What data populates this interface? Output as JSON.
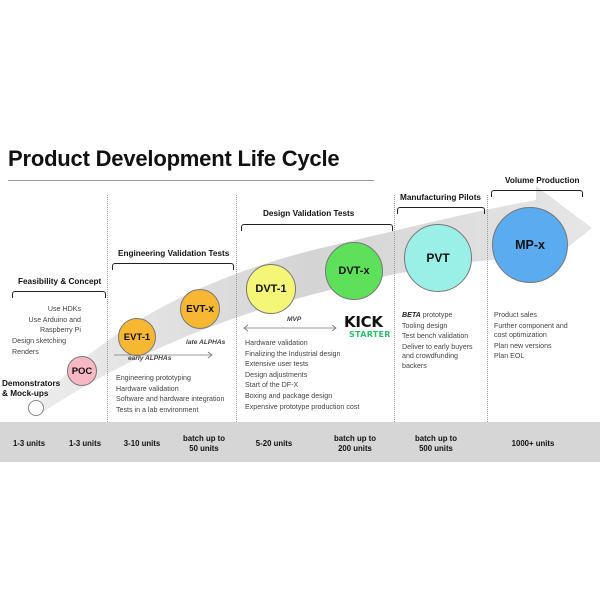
{
  "title": "Product Development Life Cycle",
  "phases": [
    {
      "id": "feasibility",
      "label": "Feasibility & Concept"
    },
    {
      "id": "evt",
      "label": "Engineering Validation Tests"
    },
    {
      "id": "dvt",
      "label": "Design Validation Tests"
    },
    {
      "id": "pilots",
      "label": "Manufacturing Pilots"
    },
    {
      "id": "volume",
      "label": "Volume Production"
    }
  ],
  "stages": [
    {
      "id": "poc",
      "label": "POC",
      "color": "#f7b8c4"
    },
    {
      "id": "evt1",
      "label": "EVT-1",
      "color": "#f7b733"
    },
    {
      "id": "evtx",
      "label": "EVT-x",
      "color": "#f7b733"
    },
    {
      "id": "dvt1",
      "label": "DVT-1",
      "color": "#f5f577"
    },
    {
      "id": "dvtx",
      "label": "DVT-x",
      "color": "#5ee05a"
    },
    {
      "id": "pvt",
      "label": "PVT",
      "color": "#9af0e6"
    },
    {
      "id": "mpx",
      "label": "MP-x",
      "color": "#5aabf0"
    }
  ],
  "feasibility_items": [
    "Use HDKs",
    "Use Arduino and",
    "Raspberry Pi",
    "Design sketching",
    "Renders"
  ],
  "demonstrators": {
    "line1": "Demonstrators",
    "line2": "& Mock-ups"
  },
  "evt_notes": {
    "early": "early ALPHAs",
    "late": "late ALPHAs"
  },
  "evt_items": [
    "Engineering prototyping",
    "Hardware validation",
    "Software and hardware integration",
    "Tests in a lab environment"
  ],
  "dvt_mvp": "MVP",
  "kickstarter": {
    "line1": "KICK",
    "line2": "STARTER"
  },
  "dvt_items": [
    "Hardware validation",
    "Finalizing the Industrial design",
    "Extensive user tests",
    "Design adjustments",
    "Start of the DF-X",
    "Boxing and package design",
    "Expensive prototype production cost"
  ],
  "pvt_items": {
    "beta_bold": "BETA",
    "beta_rest": " prototype",
    "rest": [
      "Tooling design",
      "Test bench validation",
      "Deliver to early buyers",
      "and crowdfunding",
      "backers"
    ]
  },
  "mp_items": [
    "Product sales",
    "Further component and",
    "cost optimization",
    "Plan new versions",
    "Plan EOL"
  ],
  "units": [
    {
      "id": "u1",
      "line1": "1-3 units",
      "line2": ""
    },
    {
      "id": "u2",
      "line1": "1-3 units",
      "line2": ""
    },
    {
      "id": "u3",
      "line1": "3-10 units",
      "line2": ""
    },
    {
      "id": "u4",
      "line1": "batch up to",
      "line2": "50 units"
    },
    {
      "id": "u5",
      "line1": "5-20 units",
      "line2": ""
    },
    {
      "id": "u6",
      "line1": "batch up to",
      "line2": "200 units"
    },
    {
      "id": "u7",
      "line1": "batch up to",
      "line2": "500 units"
    },
    {
      "id": "u8",
      "line1": "1000+ units",
      "line2": ""
    }
  ]
}
